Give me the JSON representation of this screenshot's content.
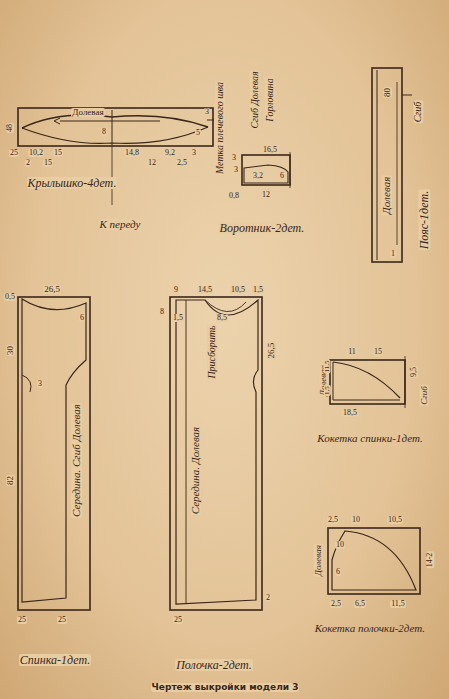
{
  "diagram": {
    "caption": "Чертеж выкройки модели 3",
    "labels": [
      "Долевая",
      "48",
      "25",
      "10,2",
      "15",
      "14,8",
      "9,2",
      "3",
      "2",
      "15",
      "12",
      "2,5",
      "8",
      "5",
      "3",
      "Крылышко-4дет.",
      "К переду",
      "Метка плечевого шва",
      "Сгиб Долевая",
      "Горловина",
      "16,5",
      "3",
      "3",
      "3,2",
      "6",
      "12",
      "0,8",
      "Воротник-2дет.",
      "80",
      "Долевая",
      "1",
      "Сгиб",
      "Пояс-1дет.",
      "0,5",
      "26,5",
      "6",
      "30",
      "3",
      "82",
      "Середина. Сгиб Долевая",
      "25",
      "25",
      "Спинка-1дет.",
      "9",
      "14,5",
      "10,5",
      "1,5",
      "8",
      "1,5",
      "8,5",
      "26,5",
      "Присборить",
      "Середина. Долевая",
      "25",
      "2",
      "Полочка-2дет.",
      "Долевая",
      "11",
      "15",
      "11,5",
      "1,5",
      "9,5",
      "Сгиб",
      "18,5",
      "Кокетка спинки-1дет.",
      "2,5",
      "10",
      "10,5",
      "Долевая",
      "10",
      "6",
      "2,5",
      "6,5",
      "11,5",
      "14-2",
      "Кокетка полочки-2дет."
    ]
  }
}
